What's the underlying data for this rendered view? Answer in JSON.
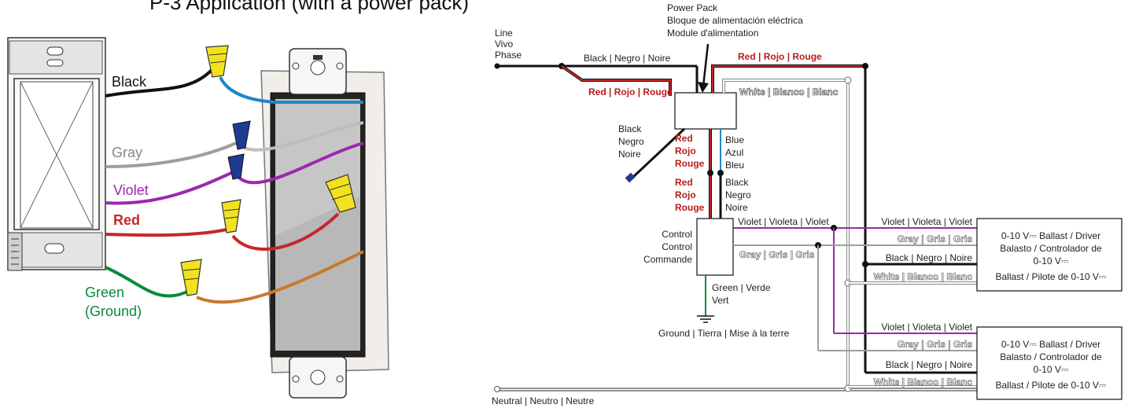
{
  "title": "P-3 Application (with a power pack)",
  "wiring_photo": {
    "black": "Black",
    "gray": "Gray",
    "violet": "Violet",
    "red": "Red",
    "green": "Green",
    "ground": "(Ground)"
  },
  "schematic": {
    "line": [
      "Line",
      "Vivo",
      "Phase"
    ],
    "power_pack": [
      "Power Pack",
      "Bloque de alimentación eléctrica",
      "Module d'alimentation"
    ],
    "black_top": "Black | Negro | Noire",
    "red_top": "Red | Rojo | Rouge",
    "red_left": "Red | Rojo | Rouge",
    "white_top": "White | Blanco | Blanc",
    "black_lead": [
      "Black",
      "Negro",
      "Noire"
    ],
    "red_vertical_1": [
      "Red",
      "Rojo",
      "Rouge"
    ],
    "red_vertical_2": [
      "Red",
      "Rojo",
      "Rouge"
    ],
    "blue_vertical": [
      "Blue",
      "Azul",
      "Bleu"
    ],
    "black_vertical": [
      "Black",
      "Negro",
      "Noire"
    ],
    "control": [
      "Control",
      "Control",
      "Commande"
    ],
    "violet_ctrl": "Violet | Violeta | Violet",
    "gray_ctrl": "Gray | Gris | Gris",
    "green": [
      "Green | Verde",
      "Vert"
    ],
    "ground": "Ground | Tierra | Mise à la terre",
    "neutral": "Neutral | Neutro | Neutre",
    "ballast_1": {
      "violet": "Violet | Violeta | Violet",
      "gray": "Gray | Gris | Gris",
      "black": "Black | Negro | Noire",
      "white": "White | Blanco | Blanc",
      "text": [
        "0-10 V⎓ Ballast / Driver",
        "Balasto / Controlador de",
        "0-10 V⎓",
        "Ballast / Pilote de 0-10 V⎓"
      ]
    },
    "ballast_2": {
      "violet": "Violet | Violeta | Violet",
      "gray": "Gray | Gris | Gris",
      "black": "Black | Negro | Noire",
      "white": "White | Blanco | Blanc",
      "text": [
        "0-10 V⎓ Ballast / Driver",
        "Balasto / Controlador de",
        "0-10 V⎓",
        "Ballast / Pilote de 0-10 V⎓"
      ]
    }
  },
  "colors": {
    "black": "#111111",
    "red": "#c62828",
    "red_label": "#b71c1c",
    "violet": "#9c27b0",
    "gray": "#9e9e9e",
    "blue": "#1e88c8",
    "green": "#0a8a3a",
    "wire_nut_yellow": "#f2e21e",
    "wire_nut_blue": "#1f3a93",
    "orange": "#c67a2c"
  }
}
